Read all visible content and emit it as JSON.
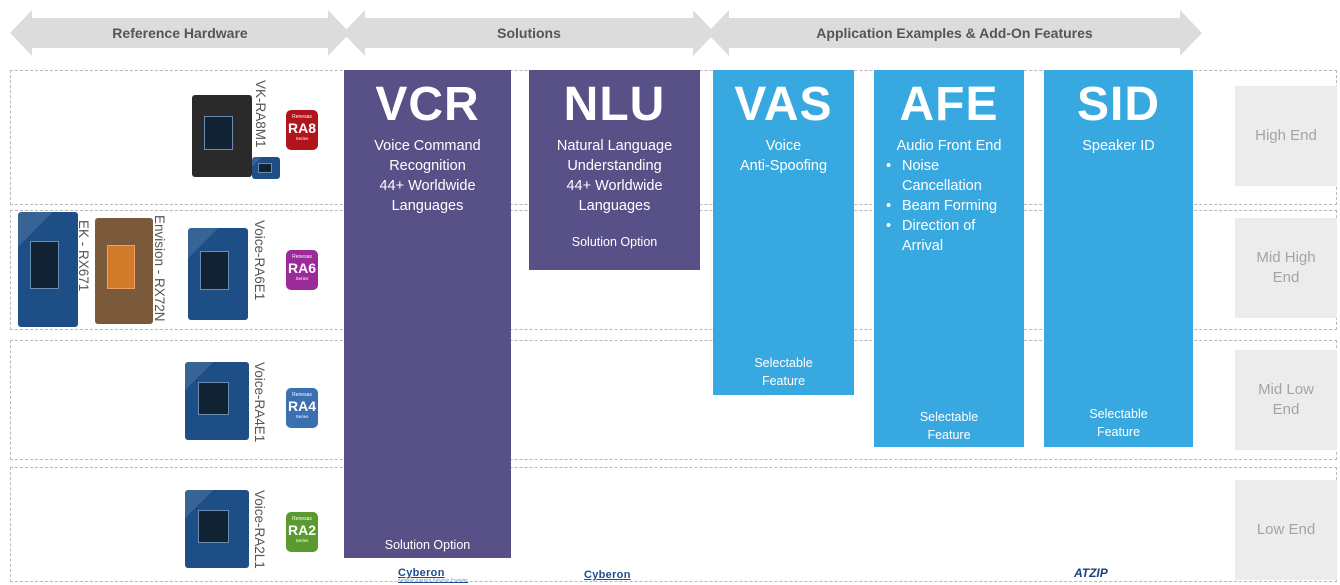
{
  "header": {
    "reference_hardware": "Reference Hardware",
    "solutions": "Solutions",
    "application_examples": "Application Examples & Add-On Features"
  },
  "tiers": {
    "high_end": "High End",
    "mid_high_end": "Mid High End",
    "mid_low_end": "Mid Low End",
    "low_end": "Low End"
  },
  "hardware": {
    "ra8_board": "VK-RA8M1",
    "ra6_board": "Voice-RA6E1",
    "envision_board": "Envision - RX72N",
    "ek_board": "EK - RX671",
    "ra4_board": "Voice-RA4E1",
    "ra2_board": "Voice-RA2L1",
    "badges": {
      "renesas": "Renesas",
      "series": "Series",
      "ra8": "RA8",
      "ra6": "RA6",
      "ra4": "RA4",
      "ra2": "RA2"
    }
  },
  "columns": {
    "vcr": {
      "abbr": "VCR",
      "desc_1": "Voice Command",
      "desc_2": "Recognition",
      "desc_3": "44+ Worldwide",
      "desc_4": "Languages",
      "option": "Solution Option"
    },
    "nlu": {
      "abbr": "NLU",
      "desc_1": "Natural Language",
      "desc_2": "Understanding",
      "desc_3": "44+ Worldwide",
      "desc_4": "Languages",
      "option": "Solution Option"
    },
    "vas": {
      "abbr": "VAS",
      "desc_1": "Voice",
      "desc_2": "Anti-Spoofing",
      "sel_1": "Selectable",
      "sel_2": "Feature"
    },
    "afe": {
      "abbr": "AFE",
      "desc_1": "Audio Front End",
      "bullets": {
        "b1a": "Noise",
        "b1b": "Cancellation",
        "b2": "Beam Forming",
        "b3a": "Direction of",
        "b3b": "Arrival"
      },
      "sel_1": "Selectable",
      "sel_2": "Feature"
    },
    "sid": {
      "abbr": "SID",
      "desc_1": "Speaker ID",
      "sel_1": "Selectable",
      "sel_2": "Feature"
    }
  },
  "logos": {
    "cyberon": "Cyberon",
    "cyberon_sub": "Analytic Speech Solution Provider",
    "atzip": "ATZIP"
  },
  "colors": {
    "purple": "#575187",
    "blue": "#38a9e0",
    "ra8": "#b1141b",
    "ra6": "#9b2a9a",
    "ra4": "#3a6fb0",
    "ra2": "#5a9a2e"
  }
}
